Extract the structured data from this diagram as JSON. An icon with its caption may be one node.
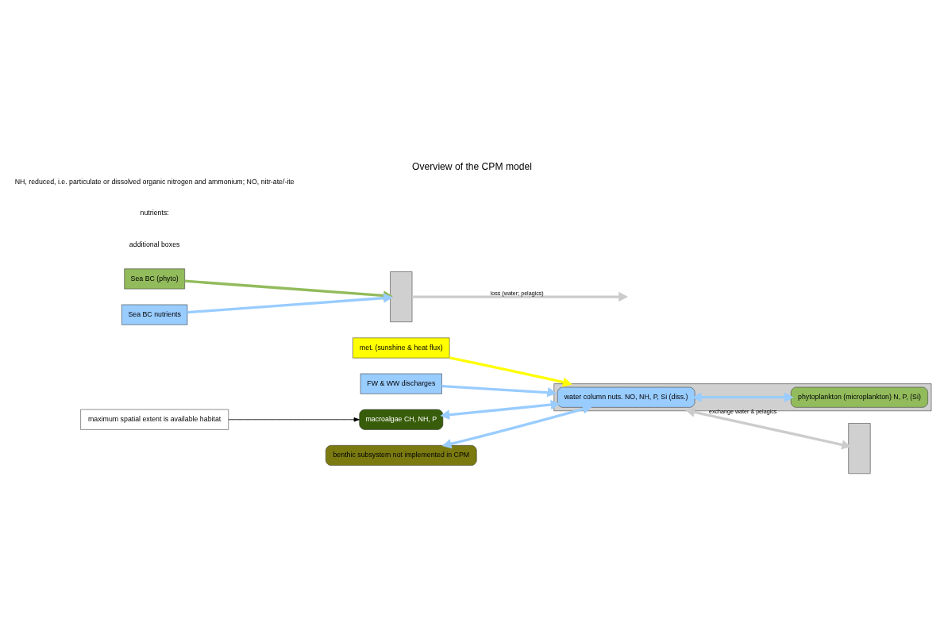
{
  "diagram": {
    "title": "Overview of the CPM model",
    "nodes": [
      {
        "text": [],
        "shape": "box"
      },
      {
        "text": [
          "met. (sunshine & heat flux)"
        ]
      },
      {
        "text": [
          "FW & WW discharges"
        ]
      },
      {
        "text": [
          "phytoplankton (microplankton) N, P, (Si)"
        ],
        "in": 0
      },
      {
        "text": [
          "water column nuts. NO, NH, P, Si (diss.)"
        ],
        "in": 0
      },
      {
        "text": [
          "macroalgae CH, NH, P"
        ]
      },
      {
        "text": [
          "benthic subsystem not implemented in CPM"
        ]
      },
      {
        "text": [],
        "shape": "box"
      },
      {
        "text": [],
        "shape": "box"
      },
      {
        "text": [
          "Sea BC (phyto)"
        ]
      },
      {
        "text": [
          "Sea BC nutrients"
        ]
      },
      {
        "text": [
          "maximum spatial extent is available habitat"
        ]
      }
    ],
    "edges": [
      {
        "from": 1,
        "to": 0,
        "arrow": "to",
        "color": "#ffff00"
      },
      {
        "from": 2,
        "to": 0,
        "arrow": "to"
      },
      {
        "from": 4,
        "to": 3,
        "arrow": "both"
      },
      {
        "from": 5,
        "to": 4,
        "arrow": "both"
      },
      {
        "from": 6,
        "to": 4,
        "arrow": "both"
      },
      {
        "from": 0,
        "to": 7,
        "label": "exchange water & pelagics",
        "arrow": "both",
        "color": "#cccccc"
      },
      {
        "from": 8,
        "to": null,
        "label": "loss (water; pelagics)",
        "arrow": "to",
        "color": "#cccccc"
      },
      {
        "from": 9,
        "to": 8,
        "arrow": "to",
        "color": "#92bb5c"
      },
      {
        "from": 10,
        "to": 8,
        "arrow": "to"
      },
      {
        "from": 11,
        "to": 5,
        "arrow": "to",
        "color": "#000000"
      }
    ],
    "labels": [
      "additional boxes",
      "nutrients:",
      "NH, reduced, i.e. particulate or dissolved organic nitrogen and ammonium; NO, nitr-ate/-ite"
    ]
  }
}
